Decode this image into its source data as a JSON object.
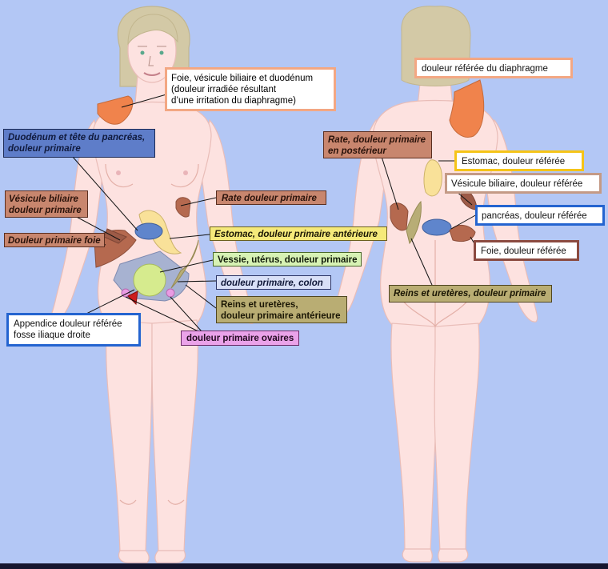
{
  "labels": {
    "foie_vesicule": [
      "Foie, vésicule biliaire et duodénum",
      "(douleur irradiée résultant",
      "d’une irritation du diaphragme)"
    ],
    "duodenum": [
      "Duodénum et tête du pancréas,",
      "douleur primaire"
    ],
    "vesicule_front": [
      "Vésicule biliaire",
      "douleur primaire"
    ],
    "foie_front": "Douleur primaire foie",
    "rate_front": "Rate douleur primaire",
    "estomac_front": "Estomac, douleur primaire antérieure",
    "vessie": "Vessie, utérus, douleur primaire",
    "colon": "douleur primaire, colon",
    "reins_front": [
      "Reins et uretères,",
      "douleur primaire antérieure"
    ],
    "appendice": [
      "Appendice douleur référée",
      "fosse iliaque droite"
    ],
    "ovaires": "douleur primaire ovaires",
    "diaphragme": "douleur référée du diaphragme",
    "rate_back": [
      "Rate, douleur primaire",
      "en postérieur"
    ],
    "estomac_back": "Estomac, douleur référée",
    "vesicule_back": "Vésicule biliaire, douleur référée",
    "pancreas_back": "pancréas, douleur référée",
    "foie_back": "Foie, douleur référée",
    "reins_back": "Reins et uretères, douleur primaire"
  },
  "colors": {
    "background": "#b3c7f5",
    "skin": "#fde2e0",
    "skin_outline": "#e9bdb8",
    "hair": "#d3c9a6",
    "diaphragm_orange": "#f0834c",
    "liver_brown": "#b5694f",
    "stomach_yellow": "#f9e199",
    "pancreas_blue": "#5f85cc",
    "bladder_green": "#d6eb8e",
    "colon_slate": "#a7b2d1",
    "kidney_khaki": "#b8ad76",
    "ovary_pink": "#e99be3",
    "label_blue_fill": "#5e7dc9",
    "label_brown_fill": "#c8866e",
    "label_yellow_fill": "#f5e97a",
    "label_green_fill": "#d7f2b4",
    "label_khaki_fill": "#b9ad73",
    "label_pink_fill": "#eaa2e9",
    "border_blue": "#2464d0",
    "border_orange": "#f3a783",
    "border_gold": "#f5c418",
    "border_tan": "#c49a86",
    "border_brown": "#8b4a40"
  }
}
